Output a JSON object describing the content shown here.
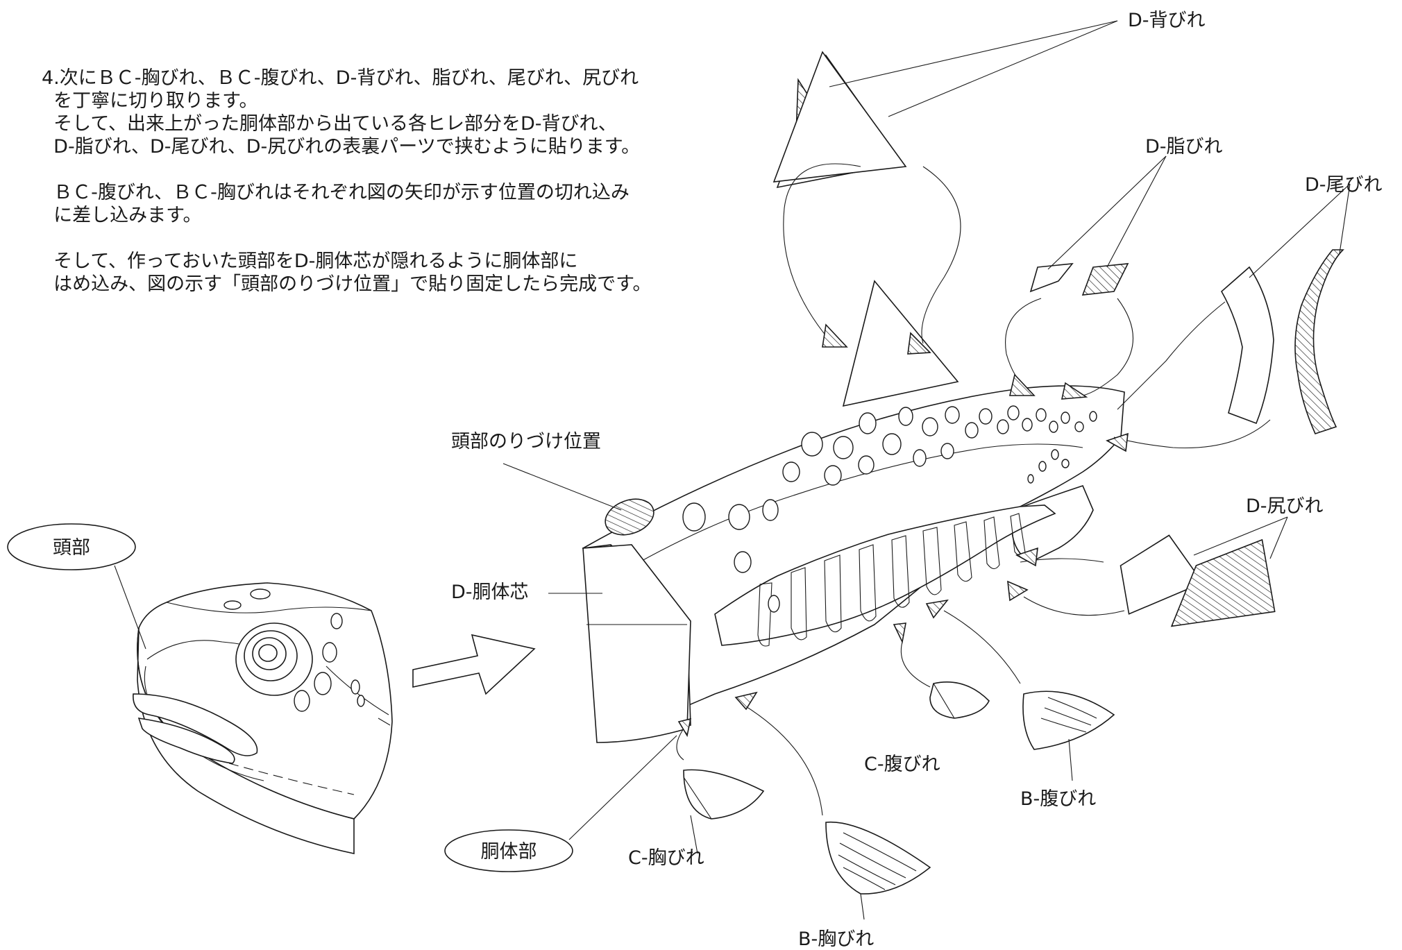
{
  "instructions": {
    "lines": [
      "4.次にＢＣ-胸びれ、ＢＣ-腹びれ、D-背びれ、脂びれ、尾びれ、尻びれ",
      "  を丁寧に切り取ります。",
      "  そして、出来上がった胴体部から出ている各ヒレ部分をD-背びれ、",
      "  D-脂びれ、D-尾びれ、D-尻びれの表裏パーツで挟むように貼ります。",
      "",
      "  ＢＣ-腹びれ、ＢＣ-胸びれはそれぞれ図の矢印が示す位置の切れ込み",
      "  に差し込みます。",
      "",
      "  そして、作っておいた頭部をD-胴体芯が隠れるように胴体部に",
      "  はめ込み、図の示す「頭部のりづけ位置」で貼り固定したら完成です。"
    ]
  },
  "labels": {
    "head": "頭部",
    "body": "胴体部",
    "glue_position": "頭部のりづけ位置",
    "core": "D-胴体芯",
    "dorsal": "D-背びれ",
    "adipose": "D-脂びれ",
    "caudal": "D-尾びれ",
    "anal": "D-尻びれ",
    "pelvic_c": "C-腹びれ",
    "pelvic_b": "B-腹びれ",
    "pectoral_c": "C-胸びれ",
    "pectoral_b": "B-胸びれ"
  }
}
